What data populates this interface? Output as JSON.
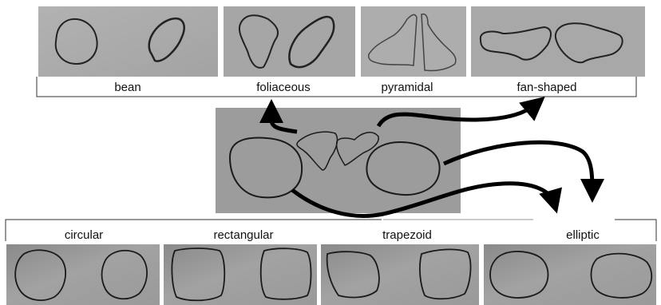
{
  "top_row": {
    "labels": [
      "bean",
      "foliaceous",
      "pyramidal",
      "fan-shaped"
    ]
  },
  "bottom_row": {
    "labels": [
      "circular",
      "rectangular",
      "trapezoid",
      "elliptic"
    ]
  },
  "colors": {
    "photo_gray_light": "#a9a9a9",
    "photo_gray_dark": "#8f8f8f",
    "center_photo_gray": "#9b9b9b",
    "ink": "#1a1a1a",
    "arrow": "#000000",
    "bracket": "#333333"
  }
}
